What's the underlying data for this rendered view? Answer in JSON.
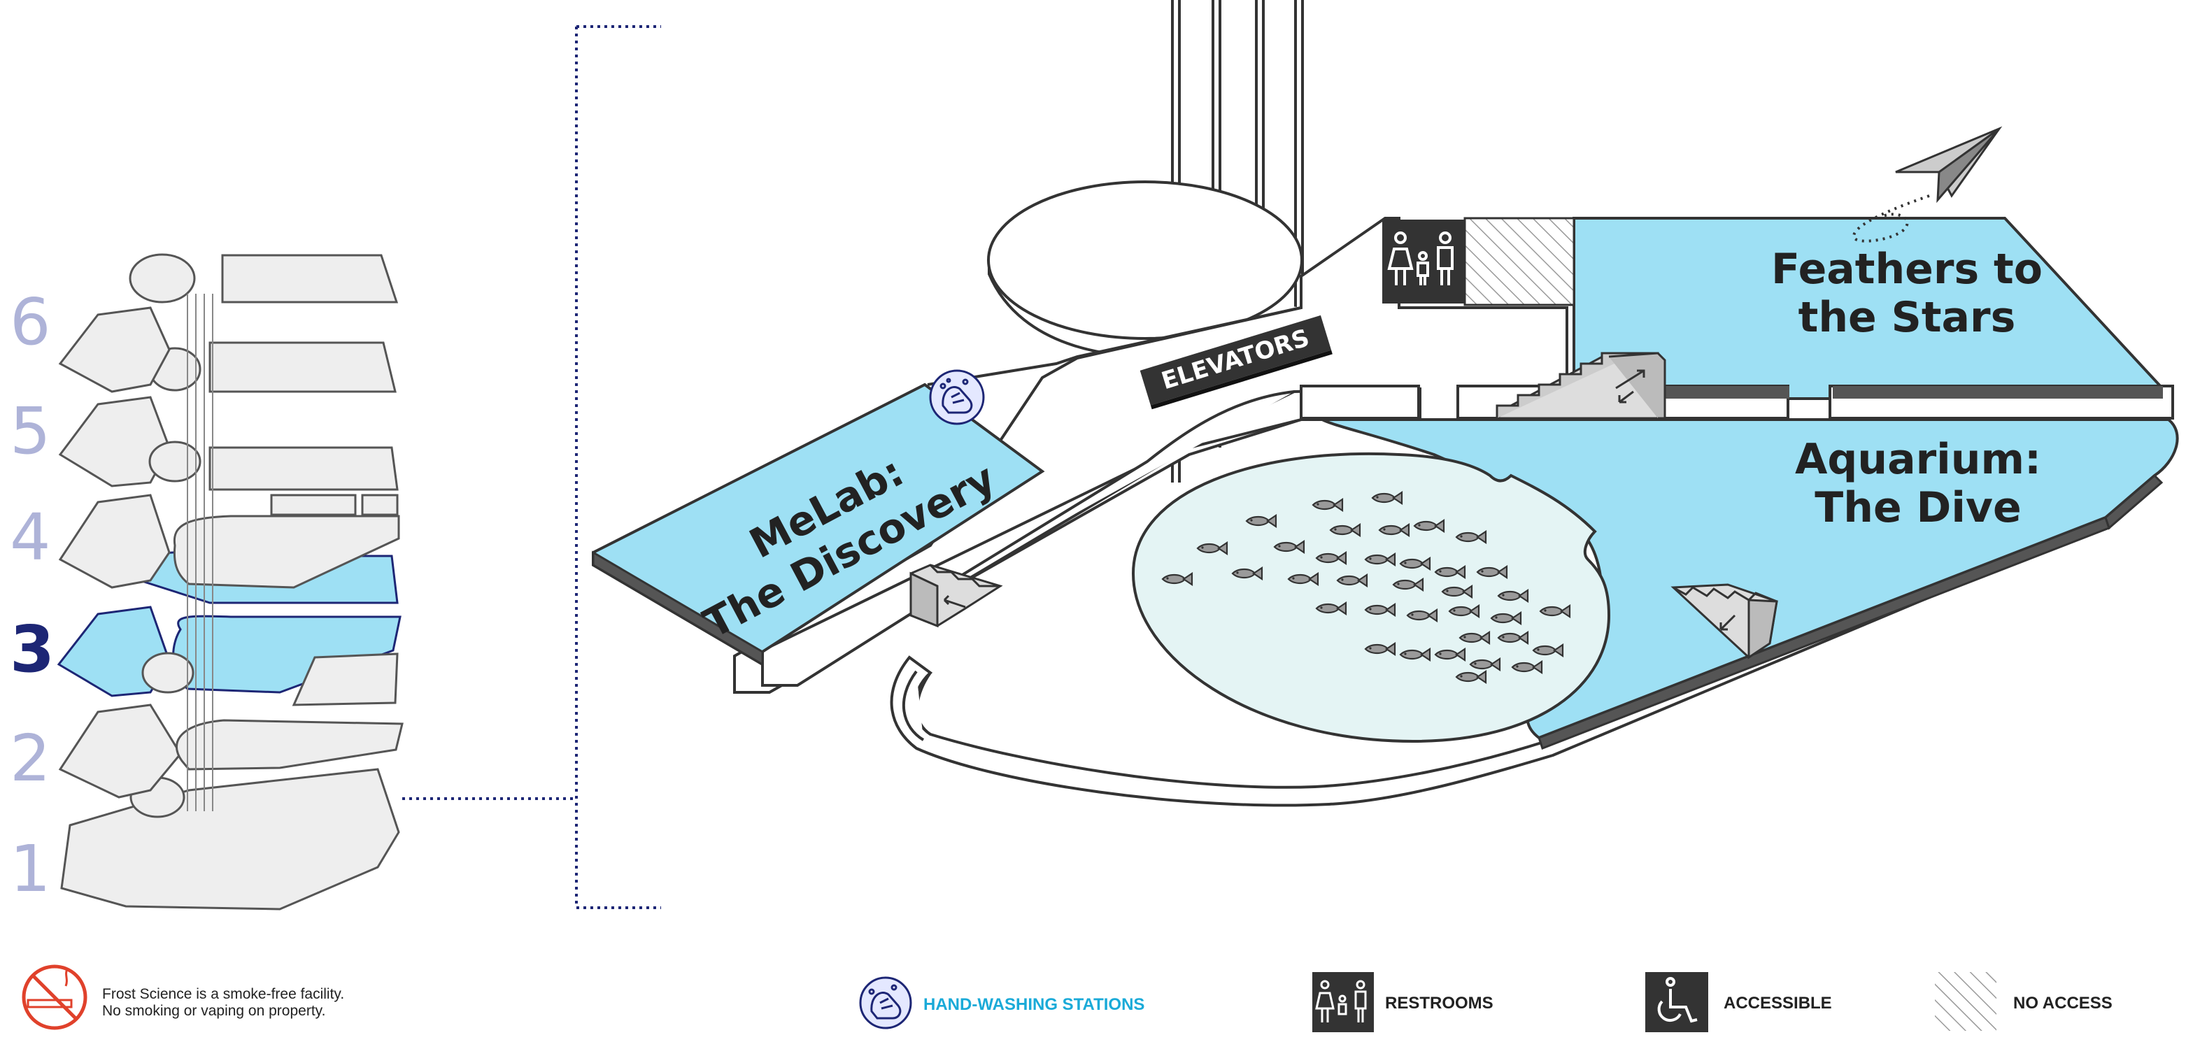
{
  "floors": [
    "6",
    "5",
    "4",
    "3",
    "2",
    "1"
  ],
  "current_floor": "3",
  "areas": {
    "melab_line1": "MeLab:",
    "melab_line2": "The Discovery",
    "feathers_line1": "Feathers to",
    "feathers_line2": "the Stars",
    "aquarium_line1": "Aquarium:",
    "aquarium_line2": "The Dive",
    "elevators": "ELEVATORS"
  },
  "footer": {
    "smoke_line1": "Frost Science is a smoke-free facility.",
    "smoke_line2": "No smoking or vaping on property."
  },
  "legend": [
    {
      "icon": "hand-washing-icon",
      "label": "HAND-WASHING STATIONS"
    },
    {
      "icon": "restroom-icon",
      "label": "RESTROOMS"
    },
    {
      "icon": "wheelchair-icon",
      "label": "ACCESSIBLE"
    },
    {
      "icon": "hatch-icon",
      "label": "NO ACCESS"
    }
  ],
  "colors": {
    "exhibit": "#9ee0f4",
    "pool": "#e4f4f4",
    "floor_inactive": "#eeeeee",
    "outline": "#333333",
    "floor_number_inactive": "#aeb3d8",
    "floor_number_active": "#1d2675",
    "accent_text": "#1aaad8",
    "no_smoking": "#e0412b"
  }
}
